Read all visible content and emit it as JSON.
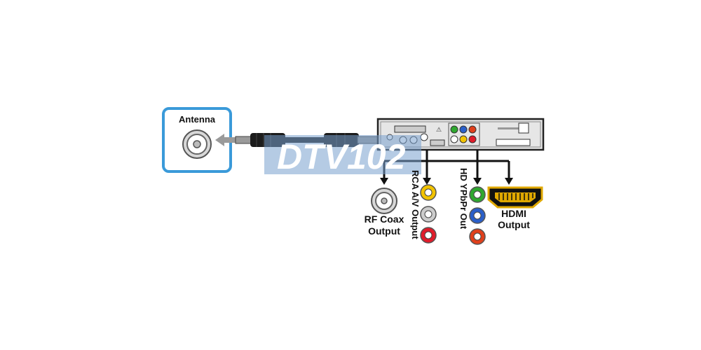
{
  "antenna": {
    "label": "Antenna"
  },
  "watermark": {
    "text": "DTV102"
  },
  "outputs": {
    "rf_coax": {
      "line1": "RF Coax",
      "line2": "Output"
    },
    "rca_av": {
      "label": "RCA A/V Output"
    },
    "hd_ypbpr": {
      "label": "HD YPbPr Out"
    },
    "hdmi": {
      "line1": "HDMI",
      "line2": "Output"
    }
  },
  "colors": {
    "antenna_border": "#3a9ad9",
    "watermark": "#78a0cd",
    "rca_video": "#f2c300",
    "rca_audio_left": "#cccccc",
    "rca_audio_right": "#e01c2a",
    "ypbpr_y": "#2fa82f",
    "ypbpr_pb": "#2a5fc9",
    "ypbpr_pr": "#e0401c",
    "hdmi_gold": "#e0a800"
  }
}
